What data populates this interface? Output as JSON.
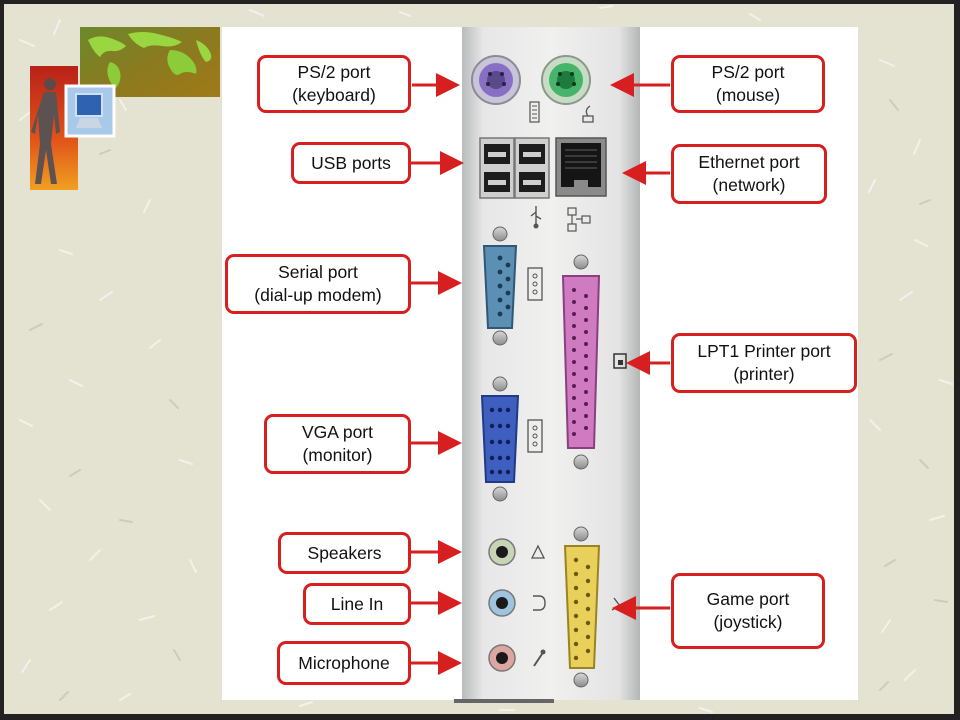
{
  "slide": {
    "colors": {
      "callout_border": "#d81f1f",
      "arrow": "#d81f1f",
      "background": "#e4e2d1",
      "panel": "#ececec"
    },
    "logo": {
      "icons": [
        "world-map-icon",
        "walking-figure-icon",
        "computer-monitor-icon"
      ]
    },
    "labels": {
      "ps2_keyboard": {
        "line1": "PS/2 port",
        "line2": "(keyboard)"
      },
      "ps2_mouse": {
        "line1": "PS/2 port",
        "line2": "(mouse)"
      },
      "usb": {
        "line1": "USB ports"
      },
      "ethernet": {
        "line1": "Ethernet port",
        "line2": "(network)"
      },
      "serial": {
        "line1": "Serial port",
        "line2": "(dial-up modem)"
      },
      "lpt1": {
        "line1": "LPT1 Printer port",
        "line2": "(printer)"
      },
      "vga": {
        "line1": "VGA port",
        "line2": "(monitor)"
      },
      "speakers": {
        "line1": "Speakers"
      },
      "line_in": {
        "line1": "Line In"
      },
      "game": {
        "line1": "Game port",
        "line2": "(joystick)"
      },
      "microphone": {
        "line1": "Microphone"
      }
    }
  }
}
